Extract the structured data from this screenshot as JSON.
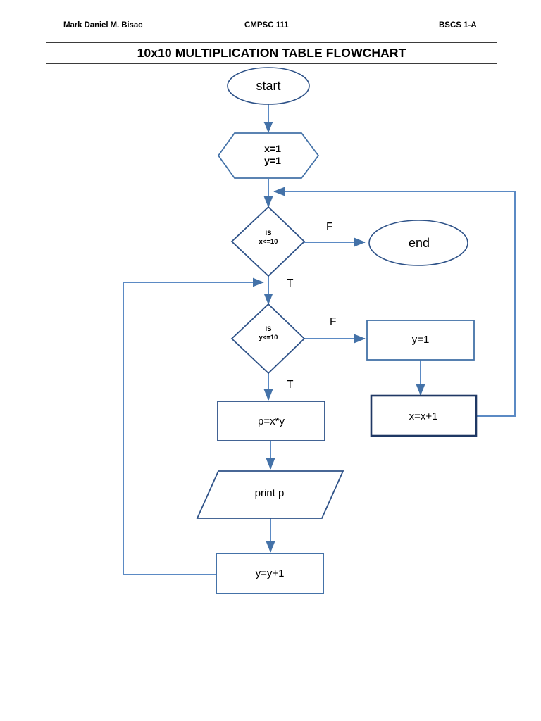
{
  "header": {
    "student_name": "Mark Daniel M. Bisac",
    "course_code": "CMPSC 111",
    "section": "BSCS 1-A"
  },
  "title": {
    "text": "10x10 MULTIPLICATION TABLE FLOWCHART"
  },
  "colors": {
    "connector_blue": "#5B8AC4",
    "shape_outline_navy": "#2E5288",
    "box_outline_blue": "#4472A8",
    "emphasis_outline": "#1F3864",
    "title_border": "#3b3b3b",
    "text_black": "#000000"
  },
  "chart_data": {
    "type": "diagram",
    "subtype": "flowchart",
    "title": "10x10 MULTIPLICATION TABLE FLOWCHART",
    "nodes": [
      {
        "id": "start",
        "shape": "ellipse",
        "label": "start"
      },
      {
        "id": "init",
        "shape": "hexagon",
        "label": "x=1\ny=1",
        "lines": [
          "x=1",
          "y=1"
        ]
      },
      {
        "id": "dec_x",
        "shape": "diamond",
        "label": "IS\nx<=10",
        "lines": [
          "IS",
          "x<=10"
        ]
      },
      {
        "id": "end",
        "shape": "ellipse",
        "label": "end"
      },
      {
        "id": "dec_y",
        "shape": "diamond",
        "label": "IS\ny<=10",
        "lines": [
          "IS",
          "y<=10"
        ]
      },
      {
        "id": "y_reset",
        "shape": "rectangle",
        "label": "y=1"
      },
      {
        "id": "x_inc",
        "shape": "rectangle",
        "label": "x=x+1"
      },
      {
        "id": "compute",
        "shape": "rectangle",
        "label": "p=x*y"
      },
      {
        "id": "print",
        "shape": "parallelogram",
        "label": "print p"
      },
      {
        "id": "y_inc",
        "shape": "rectangle",
        "label": "y=y+1"
      }
    ],
    "edges": [
      {
        "from": "start",
        "to": "init",
        "label": ""
      },
      {
        "from": "init",
        "to": "dec_x",
        "label": ""
      },
      {
        "from": "dec_x",
        "to": "end",
        "label": "F"
      },
      {
        "from": "dec_x",
        "to": "dec_y",
        "label": "T"
      },
      {
        "from": "dec_y",
        "to": "y_reset",
        "label": "F"
      },
      {
        "from": "dec_y",
        "to": "compute",
        "label": "T"
      },
      {
        "from": "y_reset",
        "to": "x_inc",
        "label": ""
      },
      {
        "from": "x_inc",
        "to": "dec_x",
        "label": ""
      },
      {
        "from": "compute",
        "to": "print",
        "label": ""
      },
      {
        "from": "print",
        "to": "y_inc",
        "label": ""
      },
      {
        "from": "y_inc",
        "to": "dec_y",
        "label": ""
      }
    ],
    "branch_labels": {
      "dec_x_false": "F",
      "dec_x_true": "T",
      "dec_y_false": "F",
      "dec_y_true": "T"
    }
  },
  "shapes": {
    "start_label": "start",
    "end_label": "end",
    "init_line1": "x=1",
    "init_line2": "y=1",
    "dec1_line1": "IS",
    "dec1_line2": "x<=10",
    "dec2_line1": "IS",
    "dec2_line2": "y<=10",
    "y_reset_label": "y=1",
    "x_inc_label": "x=x+1",
    "compute_label": "p=x*y",
    "print_label": "print p",
    "y_inc_label": "y=y+1",
    "f_label_1": "F",
    "t_label_1": "T",
    "f_label_2": "F",
    "t_label_2": "T"
  }
}
